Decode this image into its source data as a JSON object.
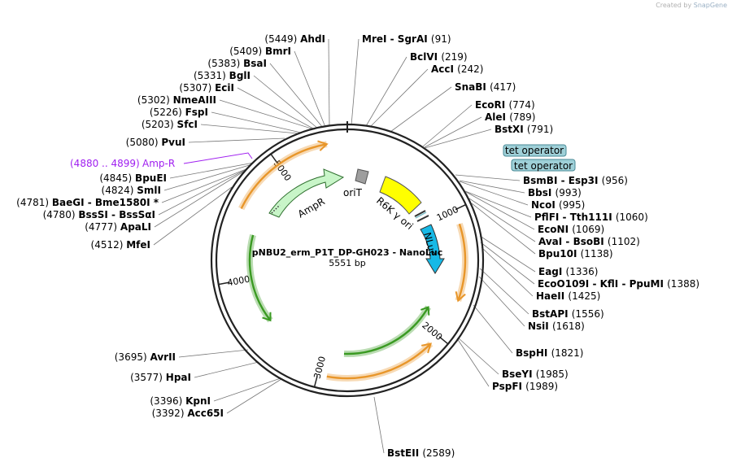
{
  "credit": {
    "prefix": "Created by",
    "brand": "SnapGene"
  },
  "plasmid": {
    "name": "pNBU2_erm_P1T_DP-GH023 - NanoLuc",
    "length": "5551 bp"
  },
  "ticks": [
    "1000",
    "2000",
    "3000",
    "4000",
    "5000"
  ],
  "features": {
    "ampr": "AmpR",
    "orit": "oriT",
    "r6k": "R6K γ ori",
    "nluc": "NLuc"
  },
  "operators": [
    "tet operator",
    "tet operator"
  ],
  "primer": {
    "range": "(4880 .. 4899)",
    "name": "Amp-R"
  },
  "sites": [
    {
      "label": "AhdI",
      "pos": "(5449)"
    },
    {
      "label": "BmrI",
      "pos": "(5409)"
    },
    {
      "label": "BsaI",
      "pos": "(5383)"
    },
    {
      "label": "BglI",
      "pos": "(5331)"
    },
    {
      "label": "EciI",
      "pos": "(5307)"
    },
    {
      "label": "NmeAIII",
      "pos": "(5302)"
    },
    {
      "label": "FspI",
      "pos": "(5226)"
    },
    {
      "label": "SfcI",
      "pos": "(5203)"
    },
    {
      "label": "PvuI",
      "pos": "(5080)"
    },
    {
      "label": "BpuEI",
      "pos": "(4845)"
    },
    {
      "label": "SmlI",
      "pos": "(4824)"
    },
    {
      "label": "BaeGI - Bme1580I *",
      "pos": "(4781)"
    },
    {
      "label": "BssSI - BssSαI",
      "pos": "(4780)"
    },
    {
      "label": "ApaLI",
      "pos": "(4777)"
    },
    {
      "label": "MfeI",
      "pos": "(4512)"
    },
    {
      "label": "AvrII",
      "pos": "(3695)"
    },
    {
      "label": "HpaI",
      "pos": "(3577)"
    },
    {
      "label": "KpnI",
      "pos": "(3396)"
    },
    {
      "label": "Acc65I",
      "pos": "(3392)"
    },
    {
      "label": "MreI - SgrAI",
      "pos": "(91)"
    },
    {
      "label": "BclVI",
      "pos": "(219)"
    },
    {
      "label": "AccI",
      "pos": "(242)"
    },
    {
      "label": "SnaBI",
      "pos": "(417)"
    },
    {
      "label": "EcoRI",
      "pos": "(774)"
    },
    {
      "label": "AleI",
      "pos": "(789)"
    },
    {
      "label": "BstXI",
      "pos": "(791)"
    },
    {
      "label": "BsmBI - Esp3I",
      "pos": "(956)"
    },
    {
      "label": "BbsI",
      "pos": "(993)"
    },
    {
      "label": "NcoI",
      "pos": "(995)"
    },
    {
      "label": "PflFI - Tth111I",
      "pos": "(1060)"
    },
    {
      "label": "EcoNI",
      "pos": "(1069)"
    },
    {
      "label": "AvaI - BsoBI",
      "pos": "(1102)"
    },
    {
      "label": "Bpu10I",
      "pos": "(1138)"
    },
    {
      "label": "EagI",
      "pos": "(1336)"
    },
    {
      "label": "EcoO109I - KflI - PpuMI",
      "pos": "(1388)"
    },
    {
      "label": "HaeII",
      "pos": "(1425)"
    },
    {
      "label": "BstAPI",
      "pos": "(1556)"
    },
    {
      "label": "NsiI",
      "pos": "(1618)"
    },
    {
      "label": "BspHI",
      "pos": "(1821)"
    },
    {
      "label": "BseYI",
      "pos": "(1985)"
    },
    {
      "label": "PspFI",
      "pos": "(1989)"
    },
    {
      "label": "BstEII",
      "pos": "(2589)"
    }
  ],
  "colors": {
    "backbone": "#222222",
    "orange_arrow": "#f0a030",
    "green_arrow": "#3a9a22",
    "ampr_fill": "#c8f5c8",
    "orit_fill": "#9e9e9e",
    "r6k_fill": "#ffff00",
    "nluc_fill": "#17b9e6",
    "operator_fill": "#9fd0d8",
    "primer": "#a020f0"
  }
}
